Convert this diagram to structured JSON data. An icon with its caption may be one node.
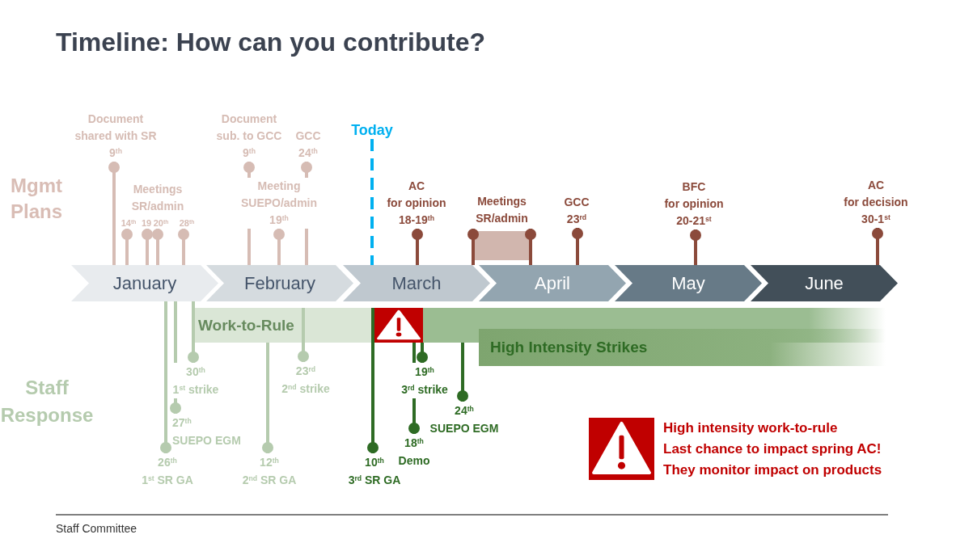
{
  "diagram": {
    "title": "Timeline: How can you contribute?",
    "nodes": [
      {
        "text": [
          "Document shared with SR",
          "9$^{th}$"
        ]
      },
      {
        "text": [
          "14$^{th}$"
        ]
      },
      {
        "text": [
          "19"
        ]
      },
      {
        "text": [
          "20$^{th}$"
        ]
      },
      {
        "text": [
          "28$^{th}$"
        ]
      },
      {
        "text": [
          "Document sub. to GCC",
          "9$^{th}$"
        ]
      },
      {
        "text": [
          "GCC",
          "24$^{th}$"
        ]
      },
      {
        "text": [
          "Meeting SUEPO/admin",
          "19$^{th}$"
        ]
      },
      {
        "text": [
          "Today"
        ]
      },
      {
        "text": [
          "AC for opinion",
          "18-19$^{th}$"
        ]
      },
      {
        "text": [
          "Meetings SR/admin"
        ]
      },
      {
        "text": [
          "GCC",
          "23$^{rd}$"
        ]
      },
      {
        "text": [
          "BFC for opinion",
          "20-21$^{st}$"
        ]
      },
      {
        "text": [
          "AC for decision",
          "30-1$^{st}$"
        ]
      },
      {
        "text": [
          "January"
        ]
      },
      {
        "text": [
          "February"
        ]
      },
      {
        "text": [
          "March"
        ]
      },
      {
        "text": [
          "April"
        ]
      },
      {
        "text": [
          "May"
        ]
      },
      {
        "text": [
          "June"
        ]
      },
      {
        "text": [
          "Work-to-Rule"
        ]
      },
      {
        "text": [
          "High Intensity Strikes"
        ]
      },
      {
        "text": [
          "26$^{th}$",
          "1$^{st}$ SR GA"
        ]
      },
      {
        "text": [
          "27$^{th}$",
          "SUEPO EGM"
        ]
      },
      {
        "text": [
          "30$^{th}$",
          "1$^{st}$ strike"
        ]
      },
      {
        "text": [
          "12$^{th}$",
          "2$^{nd}$ SR GA"
        ]
      },
      {
        "text": [
          "23$^{rd}$",
          "2$^{nd}$ strike"
        ]
      },
      {
        "text": [
          "10$^{th}$",
          "3$^{rd}$ SR GA"
        ]
      },
      {
        "text": [
          "19$^{th}$",
          "3$^{rd}$ strike"
        ]
      },
      {
        "text": [
          "18$^{th}$",
          "Demo"
        ]
      },
      {
        "text": [
          "24$^{th}$",
          "SUEPO EGM"
        ]
      }
    ],
    "edges": [
      {
        "from": 0,
        "to": 14,
        "arrow": "other"
      },
      {
        "from": 1,
        "to": 14,
        "arrow": "other"
      },
      {
        "from": 2,
        "to": 14,
        "arrow": "other"
      },
      {
        "from": 3,
        "to": 14,
        "arrow": "other"
      },
      {
        "from": 4,
        "to": 14,
        "arrow": "other"
      },
      {
        "from": 5,
        "to": 7,
        "arrow": "other"
      },
      {
        "from": 7,
        "to": 15,
        "arrow": "none"
      },
      {
        "from": 6,
        "to": 7,
        "arrow": "other"
      },
      {
        "from": 7,
        "to": 15,
        "arrow": "none"
      },
      {
        "from": 7,
        "to": 15,
        "arrow": "other"
      },
      {
        "from": 8,
        "to": 16,
        "arrow": "none",
        "style": "dashed",
        "color": "#00b0f0"
      },
      {
        "from": 9,
        "to": 16,
        "arrow": "other",
        "color": "#8b4a3b"
      },
      {
        "from": 10,
        "to": 16,
        "arrow": "other",
        "color": "#8b4a3b"
      },
      {
        "from": 10,
        "to": 17,
        "arrow": "other",
        "color": "#8b4a3b"
      },
      {
        "from": 11,
        "to": 17,
        "arrow": "other",
        "color": "#8b4a3b"
      },
      {
        "from": 12,
        "to": 18,
        "arrow": "other",
        "color": "#8b4a3b"
      },
      {
        "from": 13,
        "to": 19,
        "arrow": "other",
        "color": "#8b4a3b"
      },
      {
        "from": 22,
        "to": 14,
        "arrow": "other",
        "color": "#b5cbae"
      },
      {
        "from": 23,
        "to": 24,
        "arrow": "other",
        "color": "#b5cbae"
      },
      {
        "from": 24,
        "to": 14,
        "arrow": "none",
        "color": "#b5cbae"
      },
      {
        "from": 24,
        "to": 14,
        "arrow": "other",
        "color": "#b5cbae"
      },
      {
        "from": 25,
        "to": 20,
        "arrow": "other",
        "color": "#b5cbae"
      },
      {
        "from": 26,
        "to": 20,
        "arrow": "other",
        "color": "#b5cbae"
      },
      {
        "from": 27,
        "to": 20,
        "arrow": "other",
        "color": "#2e6b24"
      },
      {
        "from": 28,
        "to": 20,
        "arrow": "other",
        "color": "#2e6b24"
      },
      {
        "from": 29,
        "to": 28,
        "arrow": "other",
        "color": "#2e6b24"
      },
      {
        "from": 28,
        "to": 20,
        "arrow": "none",
        "color": "#2e6b24"
      },
      {
        "from": 30,
        "to": 20,
        "arrow": "other",
        "color": "#2e6b24"
      }
    ],
    "labels": [
      "Mgmt Plans",
      "Meetings SR/admin",
      "Staff Response",
      "High intensity work-to-rule",
      "Last chance to impact spring AC!",
      "They monitor impact on products",
      "Staff Committee"
    ]
  }
}
